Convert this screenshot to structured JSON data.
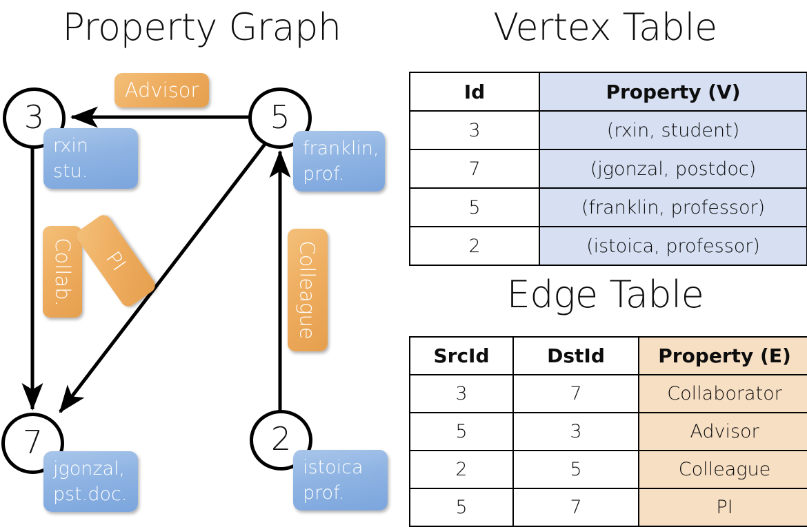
{
  "titles": {
    "property_graph": "Property Graph",
    "vertex_table": "Vertex Table",
    "edge_table": "Edge Table"
  },
  "graph": {
    "nodes": [
      {
        "id": "3",
        "label": "3",
        "property_line1": "rxin",
        "property_line2": "stu."
      },
      {
        "id": "5",
        "label": "5",
        "property_line1": "franklin,",
        "property_line2": "prof."
      },
      {
        "id": "7",
        "label": "7",
        "property_line1": "jgonzal,",
        "property_line2": "pst.doc."
      },
      {
        "id": "2",
        "label": "2",
        "property_line1": "istoica",
        "property_line2": "prof."
      }
    ],
    "edge_labels": [
      {
        "key": "advisor",
        "text": "Advisor"
      },
      {
        "key": "collab",
        "text": "Collab."
      },
      {
        "key": "pi",
        "text": "PI"
      },
      {
        "key": "colleague",
        "text": "Colleague"
      }
    ],
    "colors": {
      "node_stroke": "#000000",
      "node_fill": "#ffffff",
      "vertex_prop_box": "#8fb4e3",
      "edge_prop_box": "#eeac5e",
      "arrow": "#000000"
    }
  },
  "vertex_table": {
    "headers": [
      "Id",
      "Property (V)"
    ],
    "rows": [
      {
        "id": "3",
        "property": "(rxin, student)"
      },
      {
        "id": "7",
        "property": "(jgonzal, postdoc)"
      },
      {
        "id": "5",
        "property": "(franklin, professor)"
      },
      {
        "id": "2",
        "property": "(istoica, professor)"
      }
    ],
    "colors": {
      "property_cell": "#d6e0f2",
      "id_cell": "#ffffff",
      "border": "#000000"
    }
  },
  "edge_table": {
    "headers": [
      "SrcId",
      "DstId",
      "Property (E)"
    ],
    "rows": [
      {
        "src": "3",
        "dst": "7",
        "property": "Collaborator"
      },
      {
        "src": "5",
        "dst": "3",
        "property": "Advisor"
      },
      {
        "src": "2",
        "dst": "5",
        "property": "Colleague"
      },
      {
        "src": "5",
        "dst": "7",
        "property": "PI"
      }
    ],
    "colors": {
      "property_cell": "#f7dfc4",
      "id_cell": "#ffffff",
      "border": "#000000"
    }
  }
}
